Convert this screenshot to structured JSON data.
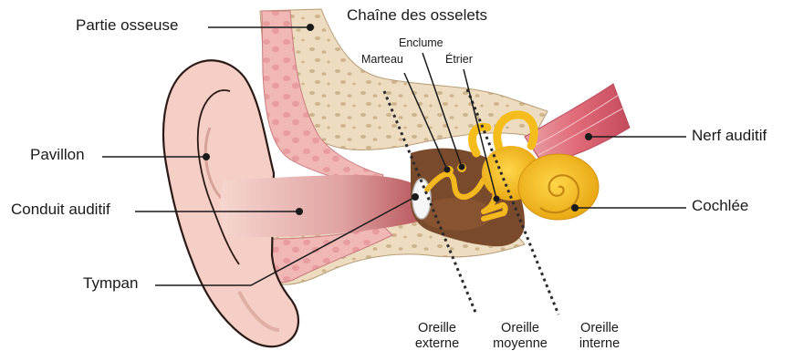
{
  "labels": {
    "partie_osseuse": "Partie osseuse",
    "chaine_osselets": "Chaîne des osselets",
    "enclume": "Enclume",
    "marteau": "Marteau",
    "etrier": "Étrier",
    "nerf_auditif": "Nerf auditif",
    "pavillon": "Pavillon",
    "conduit_auditif": "Conduit auditif",
    "cochlee": "Cochlée",
    "tympan": "Tympan"
  },
  "regions": {
    "externe": {
      "line1": "Oreille",
      "line2": "externe"
    },
    "moyenne": {
      "line1": "Oreille",
      "line2": "moyenne"
    },
    "interne": {
      "line1": "Oreille",
      "line2": "interne"
    }
  },
  "colors": {
    "skin": "#f5cfc6",
    "skin_outline": "#2b1a16",
    "bone": "#eddcc0",
    "bone_spot": "#cdb48c",
    "canal": "#d98a8c",
    "cartilage": "#e79c9e",
    "middle_ear": "#7a4a2c",
    "ossicles": "#f2b81e",
    "cochlea": "#f4bd1c",
    "nerve": "#e06a78"
  }
}
